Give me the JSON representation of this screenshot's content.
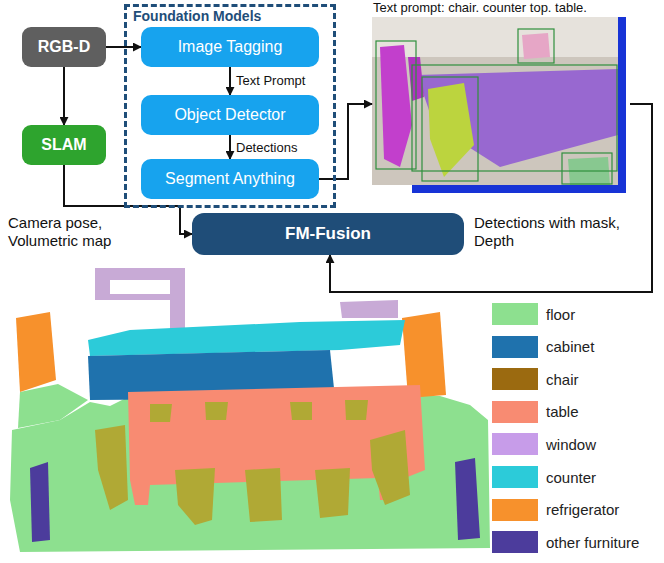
{
  "diagram": {
    "nodes": [
      {
        "text": [
          "RGB-D"
        ]
      },
      {
        "text": [
          "Foundation Models"
        ]
      },
      {
        "text": [
          "Image Tagging"
        ],
        "in": 1
      },
      {
        "text": [
          "Object Detector"
        ],
        "in": 1
      },
      {
        "text": [
          "Segment Anything"
        ],
        "in": 1
      },
      {
        "text": [
          "Text prompt: chair. counter top. table."
        ]
      },
      {
        "text": [
          "SLAM"
        ]
      },
      {
        "text": [
          "FM-Fusion"
        ]
      }
    ],
    "edges": [
      {
        "from": 0,
        "to": 2,
        "arrow": "to"
      },
      {
        "from": 0,
        "to": 6,
        "arrow": "to"
      },
      {
        "from": 2,
        "to": 3,
        "label": "Text Prompt",
        "arrow": "to"
      },
      {
        "from": 3,
        "to": 4,
        "label": "Detections",
        "arrow": "to"
      },
      {
        "from": 4,
        "to": 5,
        "arrow": "to"
      },
      {
        "from": 6,
        "to": 7,
        "label": "Camera pose, Volumetric map",
        "arrow": "to"
      },
      {
        "from": 5,
        "to": 7,
        "label": "Detections with mask, Depth",
        "arrow": "to"
      }
    ],
    "legend": [
      {
        "text": "floor",
        "color": "#8de08f"
      },
      {
        "text": "cabinet",
        "color": "#1f72ad"
      },
      {
        "text": "chair",
        "color": "#9b6a10"
      },
      {
        "text": "table",
        "color": "#f88b72"
      },
      {
        "text": "window",
        "color": "#c79ce9"
      },
      {
        "text": "counter",
        "color": "#2ccbd9"
      },
      {
        "text": "refrigerator",
        "color": "#f7912c"
      },
      {
        "text": "other furniture",
        "color": "#4c3c9c"
      }
    ]
  }
}
